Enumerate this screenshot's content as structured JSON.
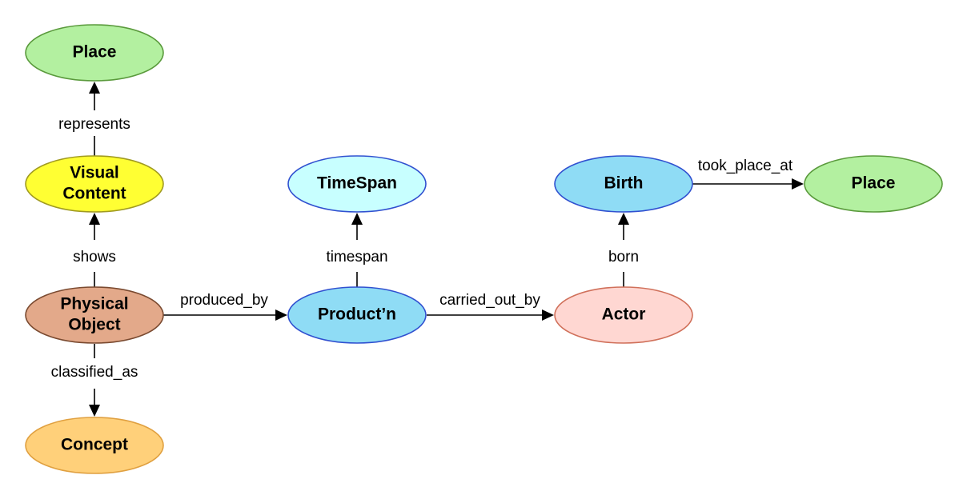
{
  "diagram": {
    "nodes": [
      {
        "id": "place_top",
        "lines": [
          "Place"
        ],
        "fill": "#b3f0a0",
        "stroke": "#5a9a3c"
      },
      {
        "id": "visual_content",
        "lines": [
          "Visual",
          "Content"
        ],
        "fill": "#ffff33",
        "stroke": "#a09a20"
      },
      {
        "id": "physical_object",
        "lines": [
          "Physical",
          "Object"
        ],
        "fill": "#e3a98a",
        "stroke": "#7a4a30"
      },
      {
        "id": "concept",
        "lines": [
          "Concept"
        ],
        "fill": "#ffd07a",
        "stroke": "#e0a040"
      },
      {
        "id": "timespan",
        "lines": [
          "TimeSpan"
        ],
        "fill": "#c8ffff",
        "stroke": "#3050d0"
      },
      {
        "id": "production",
        "lines": [
          "Product’n"
        ],
        "fill": "#8fdcf5",
        "stroke": "#3050d0"
      },
      {
        "id": "birth",
        "lines": [
          "Birth"
        ],
        "fill": "#8fdcf5",
        "stroke": "#3050d0"
      },
      {
        "id": "actor",
        "lines": [
          "Actor"
        ],
        "fill": "#ffd7d2",
        "stroke": "#d0705a"
      },
      {
        "id": "place_right",
        "lines": [
          "Place"
        ],
        "fill": "#b3f0a0",
        "stroke": "#5a9a3c"
      }
    ],
    "edges": [
      {
        "id": "represents",
        "label": "represents",
        "from": "visual_content",
        "to": "place_top"
      },
      {
        "id": "shows",
        "label": "shows",
        "from": "physical_object",
        "to": "visual_content"
      },
      {
        "id": "classified_as",
        "label": "classified_as",
        "from": "physical_object",
        "to": "concept"
      },
      {
        "id": "produced_by",
        "label": "produced_by",
        "from": "physical_object",
        "to": "production"
      },
      {
        "id": "timespan",
        "label": "timespan",
        "from": "production",
        "to": "timespan"
      },
      {
        "id": "carried_out_by",
        "label": "carried_out_by",
        "from": "production",
        "to": "actor"
      },
      {
        "id": "born",
        "label": "born",
        "from": "actor",
        "to": "birth"
      },
      {
        "id": "took_place_at",
        "label": "took_place_at",
        "from": "birth",
        "to": "place_right"
      }
    ]
  }
}
